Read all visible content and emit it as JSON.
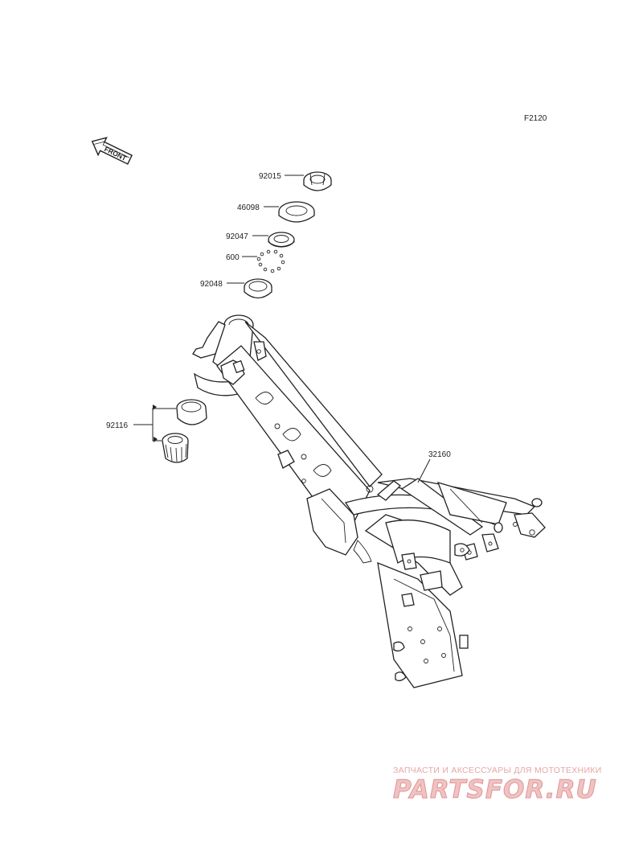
{
  "diagram": {
    "figure_code": "F2120",
    "front_label": "FRONT",
    "parts": [
      {
        "number": "92015"
      },
      {
        "number": "46098"
      },
      {
        "number": "92047"
      },
      {
        "number": "600"
      },
      {
        "number": "92048"
      },
      {
        "number": "92116"
      },
      {
        "number": "32160"
      }
    ]
  },
  "watermark": {
    "tagline": "ЗАПЧАСТИ И АКСЕССУАРЫ ДЛЯ МОТОТЕХНИКИ",
    "logo_text": "PARTSFOR.RU",
    "color": "#e7a6a6"
  }
}
